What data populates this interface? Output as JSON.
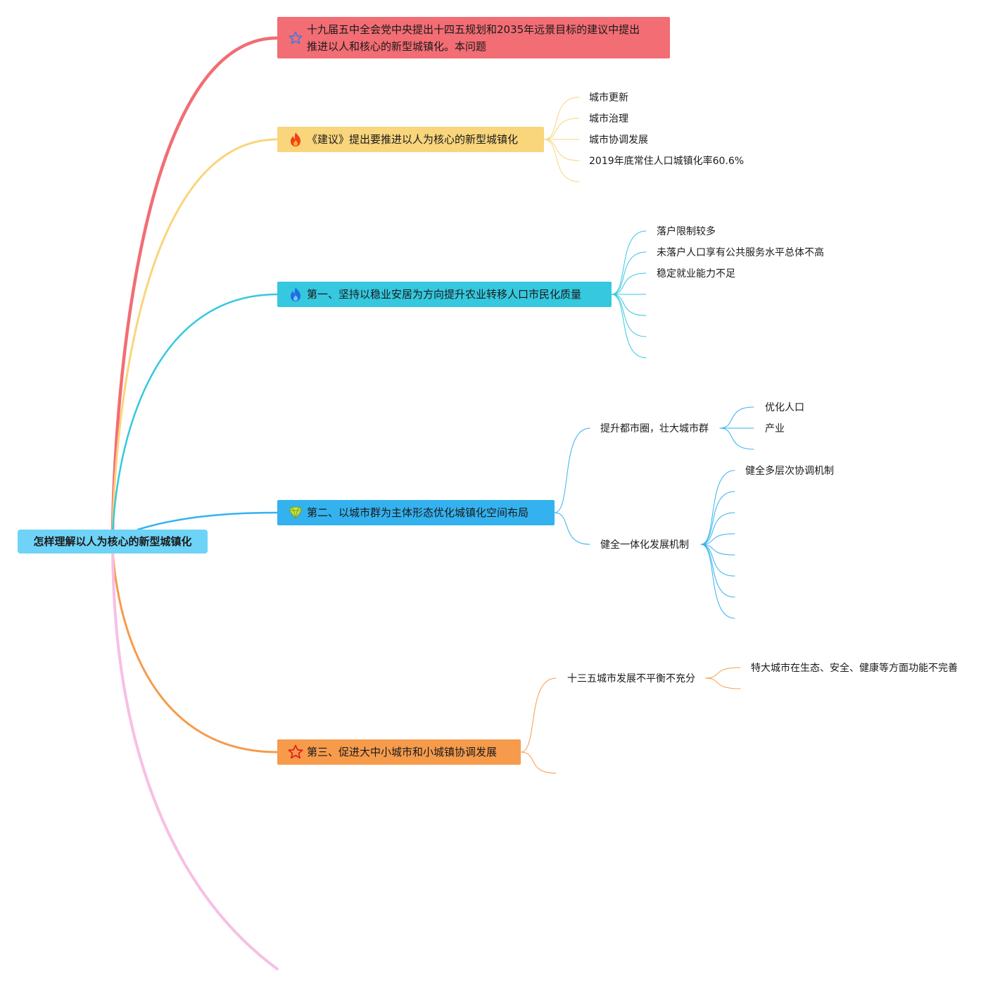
{
  "root": {
    "label": "怎样理解以人为核心的新型城镇化"
  },
  "colors": {
    "root": "#6ed3f7",
    "branch1": "#f26d74",
    "branch2": "#f9d57c",
    "branch3": "#35c8df",
    "branch4": "#34b2ef",
    "branch5": "#f69b4c",
    "branch6": "#f7bfe4"
  },
  "branches": [
    {
      "label": "十九届五中全会党中央提出十四五规划和2035年远景目标的建议中提出推进以人和核心的新型城镇化。本问题",
      "line1": "十九届五中全会党中央提出十四五规划和2035年远景目标的建议中提出",
      "line2": "推进以人和核心的新型城镇化。本问题",
      "icon": "star-outline-icon"
    },
    {
      "label": "《建议》提出要推进以人为核心的新型城镇化",
      "icon": "fire-icon",
      "children": [
        "城市更新",
        "城市治理",
        "城市协调发展",
        "2019年底常住人口城镇化率60.6%"
      ]
    },
    {
      "label": "第一、坚持以稳业安居为方向提升农业转移人口市民化质量",
      "icon": "blue-flame-icon",
      "children": [
        "落户限制较多",
        "未落户人口享有公共服务水平总体不高",
        "稳定就业能力不足"
      ]
    },
    {
      "label": "第二、以城市群为主体形态优化城镇化空间布局",
      "icon": "diamond-icon",
      "children": [
        {
          "label": "提升都市圈，壮大城市群",
          "children": [
            "优化人口",
            "产业"
          ]
        },
        {
          "label": "健全一体化发展机制",
          "children": [
            "健全多层次协调机制"
          ]
        }
      ]
    },
    {
      "label": "第三、促进大中小城市和小城镇协调发展",
      "icon": "star-red-icon",
      "children": [
        {
          "label": "十三五城市发展不平衡不充分",
          "children": [
            "特大城市在生态、安全、健康等方面功能不完善"
          ]
        }
      ]
    }
  ]
}
